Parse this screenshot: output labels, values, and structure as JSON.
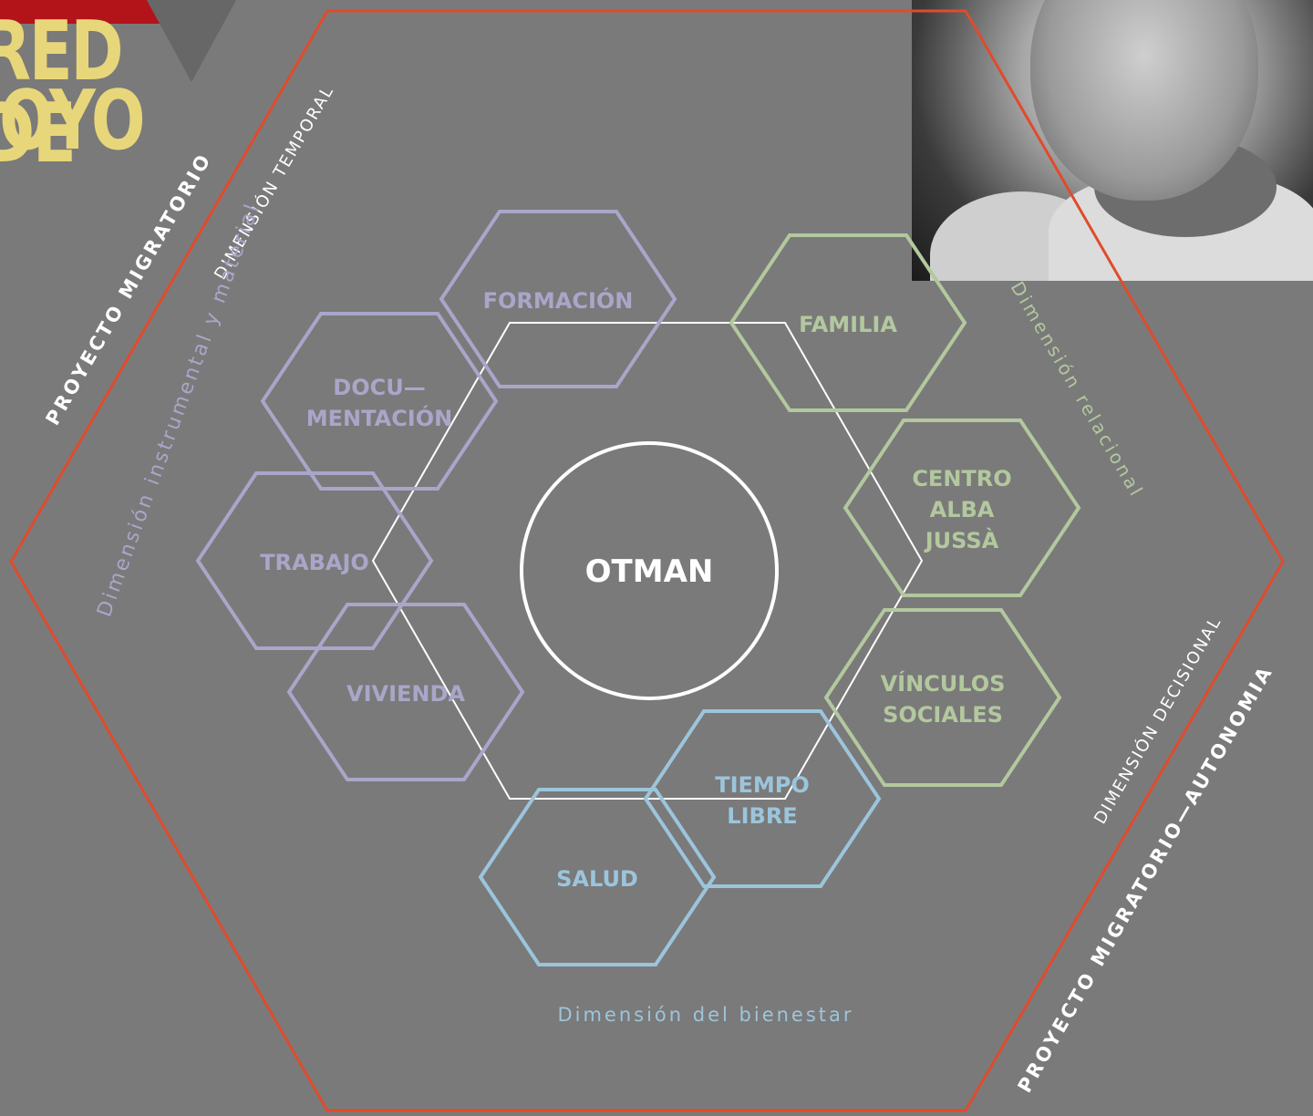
{
  "title": {
    "line1": "RED DE",
    "line2": "POYO"
  },
  "photo": {
    "description_icon": "portrait-photo"
  },
  "center": {
    "label": "OTMAN"
  },
  "outer_labels": {
    "left_bold": "PROYECTO MIGRATORIO",
    "left_thin": "DIMENSIÓN TEMPORAL",
    "right_bold": "PROYECTO MIGRATORIO—AUTONOMIA",
    "right_thin": "DIMENSIÓN DECISIONAL"
  },
  "dimensions": {
    "instrumental": "Dimensión instrumental y material",
    "relacional": "Dimensión relacional",
    "bienestar": "Dimensión del bienestar"
  },
  "hexagons": [
    {
      "id": "formacion",
      "lines": [
        "FORMACIÓN"
      ],
      "group": "instrumental"
    },
    {
      "id": "documentacion",
      "lines": [
        "DOCU—",
        "MENTACIÓN"
      ],
      "group": "instrumental"
    },
    {
      "id": "trabajo",
      "lines": [
        "TRABAJO"
      ],
      "group": "instrumental"
    },
    {
      "id": "vivienda",
      "lines": [
        "VIVIENDA"
      ],
      "group": "instrumental"
    },
    {
      "id": "familia",
      "lines": [
        "FAMILIA"
      ],
      "group": "relacional"
    },
    {
      "id": "centro",
      "lines": [
        "CENTRO",
        "ALBA",
        "JUSSÀ"
      ],
      "group": "relacional"
    },
    {
      "id": "vinculos",
      "lines": [
        "VÍNCULOS",
        "SOCIALES"
      ],
      "group": "relacional"
    },
    {
      "id": "tiempo",
      "lines": [
        "TIEMPO",
        "LIBRE"
      ],
      "group": "bienestar"
    },
    {
      "id": "salud",
      "lines": [
        "SALUD"
      ],
      "group": "bienestar"
    }
  ],
  "colors": {
    "background": "#7a7a7a",
    "outer_hex": "#e04b2c",
    "instrumental": "#a9a6c9",
    "relacional": "#b3c89e",
    "bienestar": "#9cc5dc",
    "white": "#ffffff",
    "title": "#e8d67a",
    "title_bg": "#b2141a"
  }
}
